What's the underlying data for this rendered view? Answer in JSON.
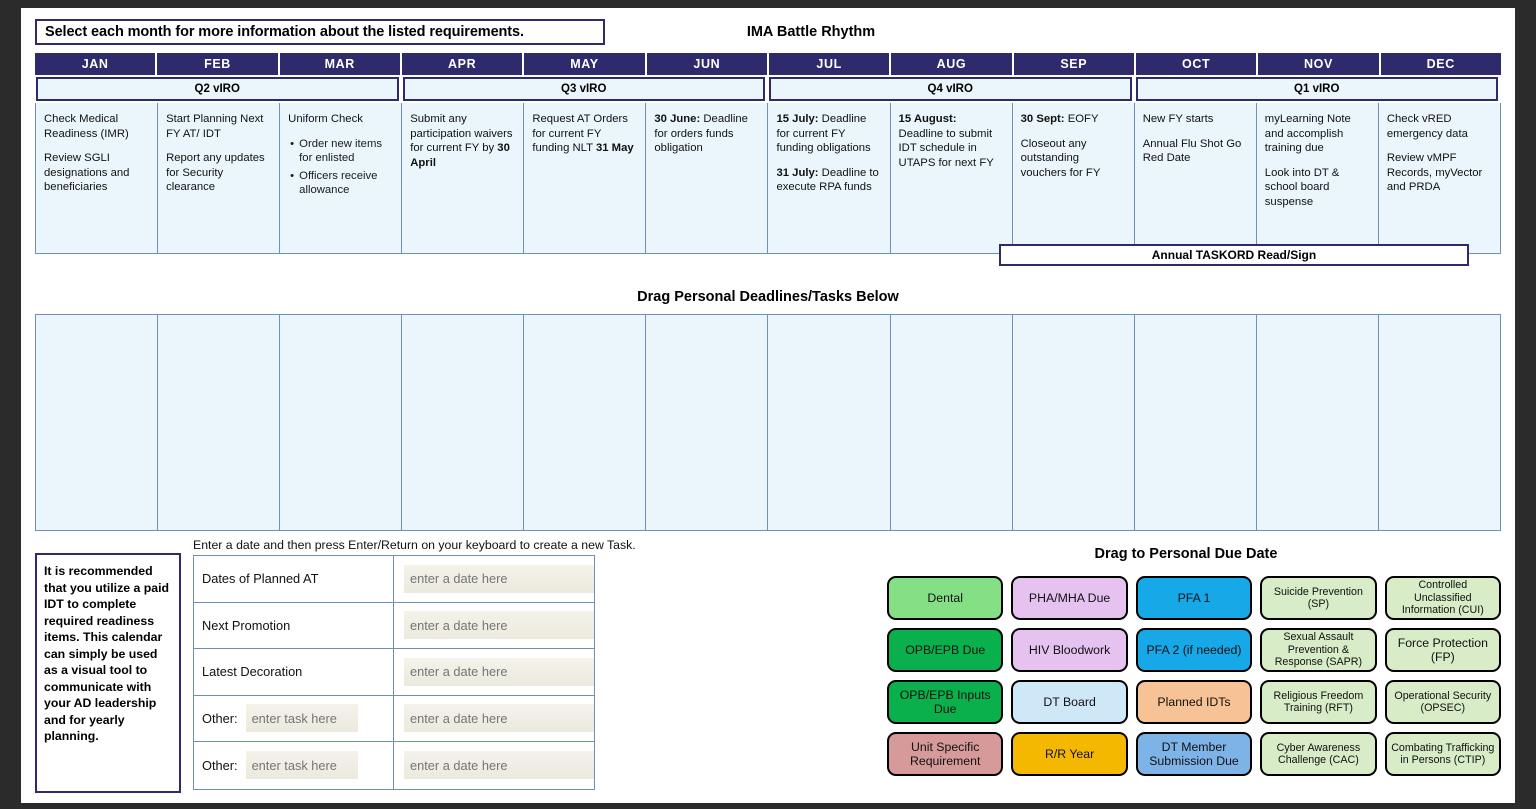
{
  "header": {
    "select_note": "Select each month for more information about the listed requirements.",
    "title": "IMA Battle Rhythm"
  },
  "calendar": {
    "months": [
      "JAN",
      "FEB",
      "MAR",
      "APR",
      "MAY",
      "JUN",
      "JUL",
      "AUG",
      "SEP",
      "OCT",
      "NOV",
      "DEC"
    ],
    "quarters": [
      {
        "label": "Q2 vIRO",
        "start": 0,
        "span": 3
      },
      {
        "label": "Q3 vIRO",
        "start": 3,
        "span": 3
      },
      {
        "label": "Q4 vIRO",
        "start": 6,
        "span": 3
      },
      {
        "label": "Q1 vIRO",
        "start": 9,
        "span": 3
      }
    ],
    "taskord_banner": "Annual TASKORD Read/Sign",
    "cells": [
      {
        "month": "JAN",
        "lines": [
          "Check Medical Readiness (IMR)",
          "Review SGLI designations and beneficiaries"
        ]
      },
      {
        "month": "FEB",
        "lines": [
          "Start Planning Next FY AT/ IDT",
          "Report any updates for Security clearance"
        ]
      },
      {
        "month": "MAR",
        "lines": [
          "Uniform Check"
        ],
        "bullets": [
          "Order new items for enlisted",
          "Officers receive allowance"
        ]
      },
      {
        "month": "APR",
        "lines": [
          "Submit any participation waivers for current FY by 30 April"
        ],
        "bold_tail": "30 April"
      },
      {
        "month": "MAY",
        "lines": [
          "Request AT Orders for current FY funding NLT 31 May"
        ],
        "bold_tail": "31 May"
      },
      {
        "month": "JUN",
        "lines": [
          "30 June: Deadline for orders funds obligation"
        ],
        "bold_head": "30 June:"
      },
      {
        "month": "JUL",
        "lines": [
          "15 July: Deadline for current FY funding obligations",
          "31 July: Deadline to execute RPA funds"
        ],
        "bold_head": "15 July:",
        "bold_head2": "31 July:"
      },
      {
        "month": "AUG",
        "lines": [
          "15 August: Deadline to submit IDT schedule in UTAPS for next FY"
        ],
        "bold_head": "15 August:"
      },
      {
        "month": "SEP",
        "lines": [
          "30 Sept: EOFY",
          "Closeout any outstanding vouchers for FY"
        ],
        "bold_head": "30 Sept:"
      },
      {
        "month": "OCT",
        "lines": [
          "New FY starts",
          "Annual Flu Shot Go Red Date"
        ]
      },
      {
        "month": "NOV",
        "lines": [
          "myLearning Note and accomplish training due",
          "Look into DT & school board suspense"
        ]
      },
      {
        "month": "DEC",
        "lines": [
          "Check vRED emergency data",
          "Review vMPF Records, myVector and PRDA"
        ]
      }
    ]
  },
  "drag_section": {
    "title": "Drag Personal Deadlines/Tasks Below",
    "columns": 12
  },
  "lower": {
    "hint": "Enter a date and then press Enter/Return on your keyboard to create a new Task.",
    "recommendation": "It is recommended that you utilize a paid IDT to complete required readiness items. This calendar can simply be used as a visual tool to communicate with your AD leadership and for yearly planning.",
    "form_rows": [
      {
        "label": "Dates of Planned AT",
        "task_placeholder": null,
        "date_placeholder": "enter a date here"
      },
      {
        "label": "Next Promotion",
        "task_placeholder": null,
        "date_placeholder": "enter a date here"
      },
      {
        "label": "Latest Decoration",
        "task_placeholder": null,
        "date_placeholder": "enter a date here"
      },
      {
        "label": "Other:",
        "task_placeholder": "enter task here",
        "date_placeholder": "enter a date here"
      },
      {
        "label": "Other:",
        "task_placeholder": "enter task here",
        "date_placeholder": "enter a date here"
      }
    ]
  },
  "tiles_section": {
    "title": "Drag to Personal Due Date",
    "tiles": [
      {
        "label": "Dental",
        "color": "#85e085",
        "small": false
      },
      {
        "label": "PHA/MHA Due",
        "color": "#e6c2f0",
        "small": false
      },
      {
        "label": "PFA 1",
        "color": "#17a8e8",
        "small": false
      },
      {
        "label": "Suicide Prevention (SP)",
        "color": "#d8ecc8",
        "small": true
      },
      {
        "label": "Controlled Unclassified Information (CUI)",
        "color": "#d8ecc8",
        "small": true
      },
      {
        "label": "OPB/EPB Due",
        "color": "#09b04b",
        "small": false
      },
      {
        "label": "HIV Bloodwork",
        "color": "#e6c2f0",
        "small": false
      },
      {
        "label": "PFA 2 (if needed)",
        "color": "#17a8e8",
        "small": false
      },
      {
        "label": "Sexual Assault Prevention & Response (SAPR)",
        "color": "#d8ecc8",
        "small": true
      },
      {
        "label": "Force Protection (FP)",
        "color": "#d8ecc8",
        "small": false
      },
      {
        "label": "OPB/EPB Inputs Due",
        "color": "#09b04b",
        "small": false
      },
      {
        "label": "DT Board",
        "color": "#cfe8f7",
        "small": false
      },
      {
        "label": "Planned IDTs",
        "color": "#f7c396",
        "small": false
      },
      {
        "label": "Religious Freedom Training (RFT)",
        "color": "#d8ecc8",
        "small": true
      },
      {
        "label": "Operational Security (OPSEC)",
        "color": "#d8ecc8",
        "small": true
      },
      {
        "label": "Unit Specific Requirement",
        "color": "#d79a9a",
        "small": false
      },
      {
        "label": "R/R Year",
        "color": "#f5b800",
        "small": false
      },
      {
        "label": "DT Member Submission Due",
        "color": "#7eb3e8",
        "small": false
      },
      {
        "label": "Cyber Awareness Challenge (CAC)",
        "color": "#d8ecc8",
        "small": true
      },
      {
        "label": "Combating Trafficking in Persons (CTIP)",
        "color": "#d8ecc8",
        "small": true
      }
    ]
  },
  "colors": {
    "header_navy": "#2f2a6b",
    "cell_blue": "#eaf6fc",
    "grid_line": "#6f8fb5",
    "page_bg": "#2b2b2b"
  }
}
